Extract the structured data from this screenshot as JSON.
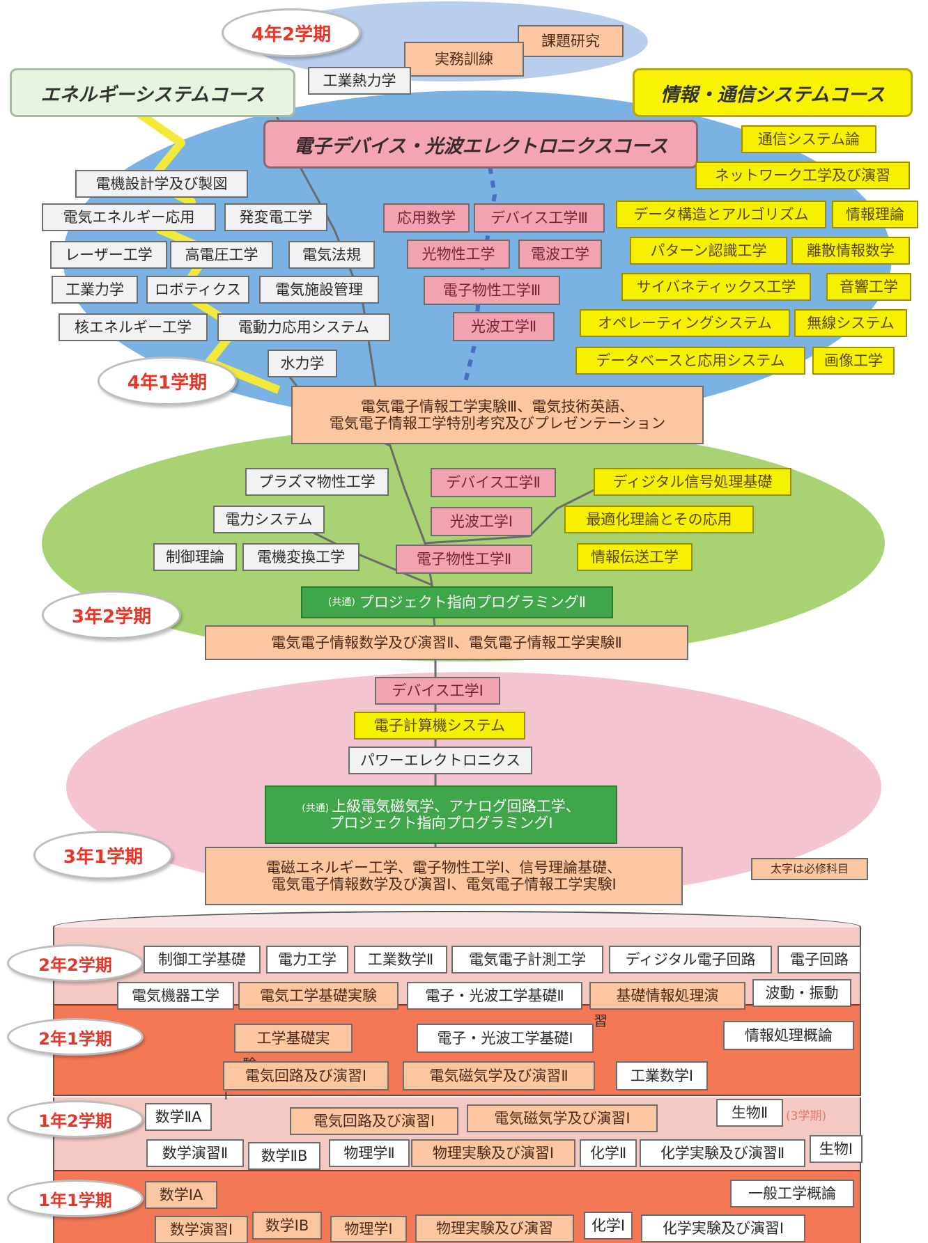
{
  "semesters": {
    "y4s2": "4年2学期",
    "y4s1": "4年1学期",
    "y3s2": "3年2学期",
    "y3s1": "3年1学期",
    "y2s2": "2年2学期",
    "y2s1": "2年1学期",
    "y1s2": "1年2学期",
    "y1s1": "1年1学期"
  },
  "courses": {
    "energy": "エネルギーシステムコース",
    "info": "情報・通信システムコース",
    "device": "電子デバイス・光波エレクトロニクスコース"
  },
  "y4s2": {
    "research": "課題研究",
    "training": "実務訓練",
    "thermo": "工業熱力学"
  },
  "energy_subjects": {
    "s1": "電機設計学及び製図",
    "s2": "電気エネルギー応用",
    "s3": "発変電工学",
    "s4": "レーザー工学",
    "s5": "高電圧工学",
    "s6": "電気法規",
    "s7": "工業力学",
    "s8": "ロボティクス",
    "s9": "電気施設管理",
    "s10": "核エネルギー工学",
    "s11": "電動力応用システム",
    "s12": "水力学"
  },
  "device_subjects": {
    "s1": "応用数学",
    "s2": "デバイス工学Ⅲ",
    "s3": "光物性工学",
    "s4": "電波工学",
    "s5": "電子物性工学Ⅲ",
    "s6": "光波工学Ⅱ"
  },
  "info_subjects": {
    "s1": "通信システム論",
    "s2": "ネットワーク工学及び演習",
    "s3": "データ構造とアルゴリズム",
    "s4": "情報理論",
    "s5": "パターン認識工学",
    "s6": "離散情報数学",
    "s7": "サイバネティックス工学",
    "s8": "音響工学",
    "s9": "オペレーティングシステム",
    "s10": "無線システム",
    "s11": "データベースと応用システム",
    "s12": "画像工学"
  },
  "y4s1_common": {
    "line1": "電気電子情報工学実験Ⅲ、電気技術英語、",
    "line2": "電気電子情報工学特別考究及びプレゼンテーション"
  },
  "y3s2": {
    "plasma": "プラズマ物性工学",
    "power_sys": "電力システム",
    "control": "制御理論",
    "conversion": "電機変換工学",
    "device2": "デバイス工学Ⅱ",
    "optical1": "光波工学Ⅰ",
    "solid2": "電子物性工学Ⅱ",
    "dsp": "ディジタル信号処理基礎",
    "optimize": "最適化理論とその応用",
    "transmit": "情報伝送工学",
    "common_prefix": "(共通)",
    "common": "プロジェクト指向プログラミングⅡ",
    "required": "電気電子情報数学及び演習Ⅱ、電気電子情報工学実験Ⅱ"
  },
  "y3s1": {
    "device1": "デバイス工学Ⅰ",
    "computer": "電子計算機システム",
    "power_elec": "パワーエレクトロニクス",
    "common_prefix": "(共通)",
    "common_line1": "上級電気磁気学、アナログ回路工学、",
    "common_line2": "プロジェクト指向プログラミングⅠ",
    "required_line1": "電磁エネルギー工学、電子物性工学Ⅰ、信号理論基礎、",
    "required_line2": "電気電子情報数学及び演習Ⅰ、電気電子情報工学実験Ⅰ",
    "note": "太字は必修科目"
  },
  "y2s2": {
    "r1": [
      "制御工学基礎",
      "電力工学",
      "工業数学Ⅱ",
      "電気電子計測工学",
      "ディジタル電子回路",
      "電子回路"
    ],
    "r2": [
      "電気機器工学",
      "電気工学基礎実験",
      "電子・光波工学基礎Ⅱ",
      "基礎情報処理演",
      "波動・振動"
    ],
    "overflow": "習"
  },
  "y2s1": {
    "lab": "工学基礎実",
    "lab_overflow": "験",
    "optical": "電子・光波工学基礎Ⅰ",
    "info": "情報処理概論",
    "circuit": "電気回路及び演習Ⅰ",
    "electromag": "電気磁気学及び演習Ⅱ",
    "eng_math": "工業数学Ⅰ",
    "overflow2": "Ⅰ"
  },
  "y1s2": {
    "math2a": "数学ⅡA",
    "circuit": "電気回路及び演習Ⅰ",
    "electromag": "電気磁気学及び演習Ⅰ",
    "biology2": "生物Ⅱ",
    "biology_note": "(3学期)",
    "math_ex2": "数学演習Ⅱ",
    "math2b": "数学ⅡB",
    "physics2": "物理学Ⅱ",
    "phys_lab": "物理実験及び演習Ⅰ",
    "chem2": "化学Ⅱ",
    "chem_lab": "化学実験及び演習Ⅱ",
    "biology1": "生物Ⅰ"
  },
  "y1s1": {
    "math1a": "数学ⅠA",
    "general": "一般工学概論",
    "math_ex1": "数学演習Ⅰ",
    "math1b": "数学ⅠB",
    "physics1": "物理学Ⅰ",
    "phys_lab": "物理実験及び演習",
    "chem1": "化学Ⅰ",
    "chem_lab": "化学実験及び演習Ⅰ"
  }
}
